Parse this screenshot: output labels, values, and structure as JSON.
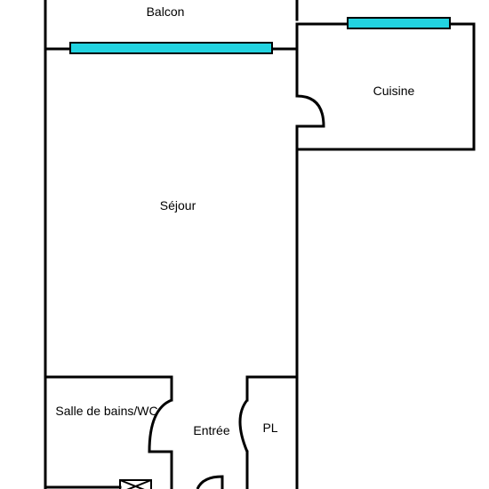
{
  "rooms": {
    "balcon": "Balcon",
    "cuisine": "Cuisine",
    "sejour": "Séjour",
    "salle_de_bains": "Salle de bains/WC",
    "entree": "Entrée",
    "placard": "PL"
  },
  "colors": {
    "wall": "#000000",
    "window_glass": "#22d3e0",
    "background": "#ffffff"
  }
}
